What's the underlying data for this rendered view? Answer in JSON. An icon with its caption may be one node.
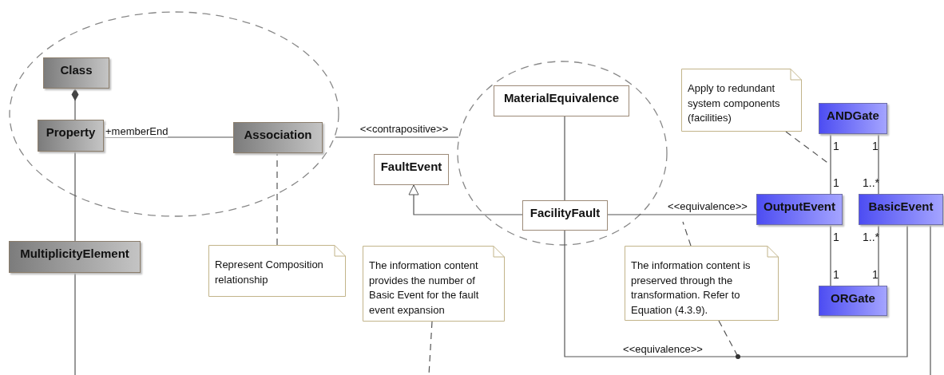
{
  "diagram": {
    "nodes": [
      {
        "text": [],
        "shape": "ellipse"
      },
      {
        "text": [
          "Class"
        ],
        "in": 0
      },
      {
        "text": [
          "Property"
        ],
        "in": 0
      },
      {
        "text": [
          "Association"
        ],
        "in": 0
      },
      {
        "text": [
          "MultiplicityElement"
        ]
      },
      {
        "text": [
          "Represent Composition relationship"
        ]
      },
      {
        "text": [],
        "shape": "ellipse"
      },
      {
        "text": [
          "MaterialEquivalence"
        ],
        "in": 6
      },
      {
        "text": [
          "FaultEvent"
        ]
      },
      {
        "text": [
          "FacilityFault"
        ],
        "in": 6
      },
      {
        "text": [
          "The information content provides the number of Basic Event for the fault event expansion"
        ]
      },
      {
        "text": [
          "Apply to redundant system components (facilities)"
        ]
      },
      {
        "text": [
          "ANDGate"
        ]
      },
      {
        "text": [
          "OutputEvent"
        ]
      },
      {
        "text": [
          "BasicEvent"
        ]
      },
      {
        "text": [
          "ORGate"
        ]
      },
      {
        "text": [
          "The information content is preserved through the transformation. Refer to Equation (4.3.9)."
        ]
      }
    ],
    "edges": [
      {
        "from": 2,
        "to": 1,
        "arrow": "other"
      },
      {
        "from": 2,
        "to": 3,
        "arrow": "none",
        "label": "+memberEnd"
      },
      {
        "from": 2,
        "to": 4,
        "arrow": "none"
      },
      {
        "from": 4,
        "to": null,
        "arrow": "none"
      },
      {
        "from": 5,
        "to": 3,
        "arrow": "none",
        "style": "dashed"
      },
      {
        "from": 0,
        "to": 6,
        "arrow": "none",
        "label": "<<contrapositive>>"
      },
      {
        "from": 7,
        "to": 9,
        "arrow": "none"
      },
      {
        "from": 9,
        "to": 8,
        "arrow": "to"
      },
      {
        "from": 9,
        "to": 13,
        "arrow": "none",
        "label": "<<equivalence>>"
      },
      {
        "from": 9,
        "to": 14,
        "arrow": "none",
        "label": "<<equivalence>>"
      },
      {
        "from": 10,
        "to": null,
        "arrow": "none",
        "style": "dashed"
      },
      {
        "from": 11,
        "to": null,
        "arrow": "none",
        "style": "dashed"
      },
      {
        "from": 12,
        "to": 13,
        "arrow": "none"
      },
      {
        "from": 12,
        "to": 14,
        "arrow": "none"
      },
      {
        "from": 13,
        "to": 15,
        "arrow": "none"
      },
      {
        "from": 14,
        "to": 15,
        "arrow": "none"
      },
      {
        "from": 14,
        "to": null,
        "arrow": "none"
      },
      {
        "from": 16,
        "to": null,
        "arrow": "none",
        "style": "dashed"
      },
      {
        "from": 16,
        "to": null,
        "arrow": "other",
        "style": "dashed"
      }
    ],
    "labels": [
      "1",
      "1",
      "1",
      "1..*",
      "1",
      "1..*",
      "1",
      "1"
    ]
  }
}
